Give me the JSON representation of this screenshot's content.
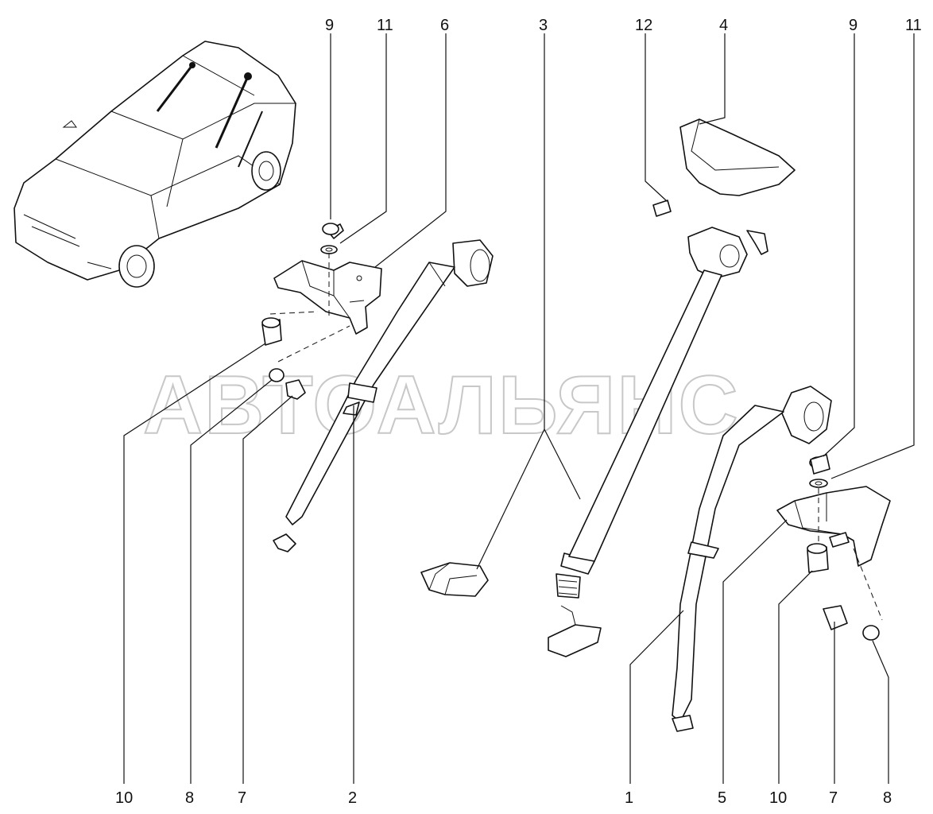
{
  "callouts": {
    "top_9_left": "9",
    "top_11_left": "11",
    "top_6": "6",
    "top_3": "3",
    "top_12": "12",
    "top_4": "4",
    "top_9_right": "9",
    "top_11_right": "11",
    "bottom_10_left": "10",
    "bottom_8_left": "8",
    "bottom_7_left": "7",
    "bottom_2": "2",
    "bottom_1": "1",
    "bottom_5": "5",
    "bottom_10_right": "10",
    "bottom_7_right": "7",
    "bottom_8_right": "8"
  },
  "watermark": "АВТОАЛЬЯНС"
}
